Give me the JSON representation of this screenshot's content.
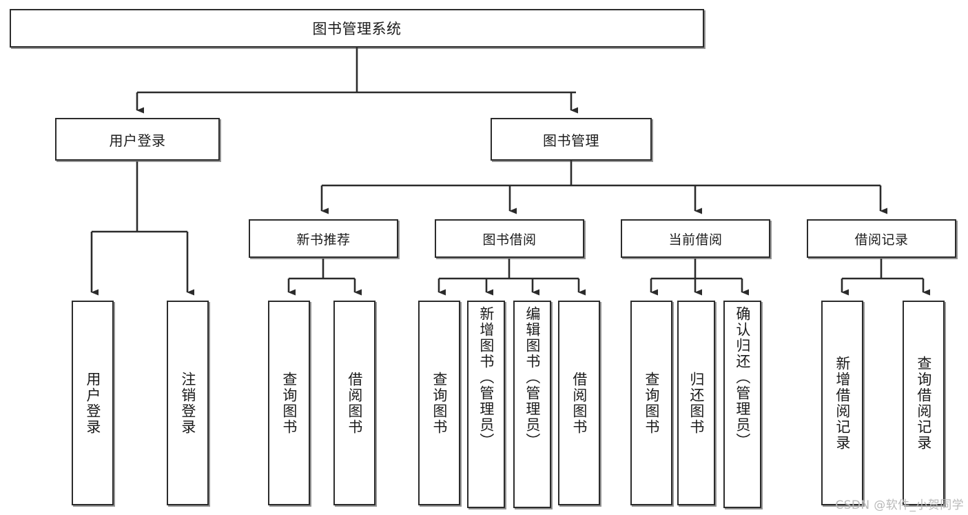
{
  "diagram": {
    "title": "图书管理系统",
    "type": "tree",
    "watermark": "CSDN @软件_小贺同学",
    "colors": {
      "box_border": "#2b2b2b",
      "box_fill": "#ffffff",
      "edge": "#2b2b2b",
      "text": "#1b1b1b",
      "watermark": "#b9b9b9"
    },
    "root": {
      "label": "图书管理系统",
      "level": 1
    },
    "level2": [
      {
        "label": "用户登录",
        "level": 2
      },
      {
        "label": "图书管理",
        "level": 2
      }
    ],
    "level3": [
      {
        "label": "新书推荐",
        "level": 3,
        "parent": "图书管理"
      },
      {
        "label": "图书借阅",
        "level": 3,
        "parent": "图书管理"
      },
      {
        "label": "当前借阅",
        "level": 3,
        "parent": "图书管理"
      },
      {
        "label": "借阅记录",
        "level": 3,
        "parent": "图书管理"
      }
    ],
    "leaves": [
      {
        "label": "用户登录",
        "parent": "用户登录",
        "orientation": "vertical"
      },
      {
        "label": "注销登录",
        "parent": "用户登录",
        "orientation": "vertical"
      },
      {
        "label": "查询图书",
        "parent": "新书推荐",
        "orientation": "vertical"
      },
      {
        "label": "借阅图书",
        "parent": "新书推荐",
        "orientation": "vertical"
      },
      {
        "label": "查询图书",
        "parent": "图书借阅",
        "orientation": "vertical"
      },
      {
        "label": "新增图书（管理员）",
        "parent": "图书借阅",
        "orientation": "vertical"
      },
      {
        "label": "编辑图书（管理员）",
        "parent": "图书借阅",
        "orientation": "vertical"
      },
      {
        "label": "借阅图书",
        "parent": "图书借阅",
        "orientation": "vertical"
      },
      {
        "label": "查询图书",
        "parent": "当前借阅",
        "orientation": "vertical"
      },
      {
        "label": "归还图书",
        "parent": "当前借阅",
        "orientation": "vertical"
      },
      {
        "label": "确认归还（管理员）",
        "parent": "当前借阅",
        "orientation": "vertical"
      },
      {
        "label": "新增借阅记录",
        "parent": "借阅记录",
        "orientation": "vertical"
      },
      {
        "label": "查询借阅记录",
        "parent": "借阅记录",
        "orientation": "vertical"
      }
    ]
  }
}
